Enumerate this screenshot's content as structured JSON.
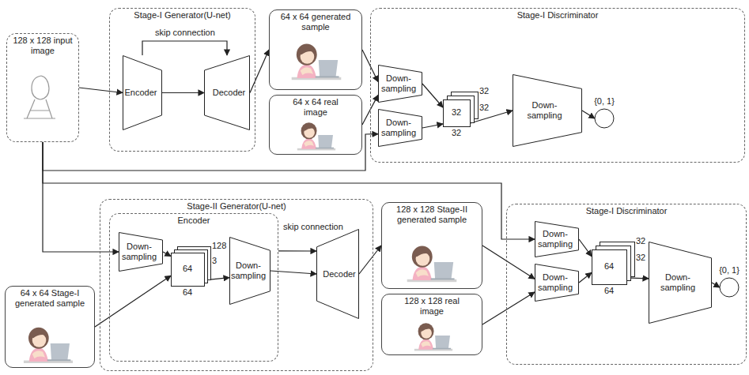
{
  "diagram": {
    "nodes": [
      {
        "text": [
          "128 x 128 input image"
        ]
      },
      {
        "text": [
          "Stage-I Generator(U-net)"
        ]
      },
      {
        "text": [
          "Encoder"
        ],
        "in": 1
      },
      {
        "text": [
          "Decoder"
        ],
        "in": 1
      },
      {
        "text": [
          "64 x 64 generated sample"
        ]
      },
      {
        "text": [
          "64 x 64 real image"
        ]
      },
      {
        "text": [
          "Stage-I Discriminator"
        ]
      },
      {
        "text": [
          "Down-sampling"
        ],
        "in": 6
      },
      {
        "text": [
          "Down-sampling"
        ],
        "in": 6
      },
      {
        "text": [
          "32",
          "32",
          "32",
          "32"
        ],
        "in": 6
      },
      {
        "text": [
          "Down-sampling"
        ],
        "in": 6
      },
      {
        "text": [
          "{0, 1}"
        ],
        "in": 6
      },
      {
        "text": [
          "Stage-II Generator(U-net)"
        ]
      },
      {
        "text": [
          "Encoder"
        ],
        "in": 12
      },
      {
        "text": [
          "Down-sampling"
        ],
        "in": 13
      },
      {
        "text": [
          "128",
          "3",
          "64",
          "64"
        ],
        "in": 13
      },
      {
        "text": [
          "Down-sampling"
        ],
        "in": 13
      },
      {
        "text": [
          "Decoder"
        ],
        "in": 12
      },
      {
        "text": [
          "64 x 64 Stage-I generated sample"
        ]
      },
      {
        "text": [
          "128 x 128 Stage-II generated sample"
        ]
      },
      {
        "text": [
          "128 x 128 real image"
        ]
      },
      {
        "text": [
          "Stage-I Discriminator"
        ]
      },
      {
        "text": [
          "Down-sampling"
        ],
        "in": 21
      },
      {
        "text": [
          "Down-sampling"
        ],
        "in": 21
      },
      {
        "text": [
          "32",
          "32",
          "64",
          "64"
        ],
        "in": 21
      },
      {
        "text": [
          "Down-sampling"
        ],
        "in": 21
      },
      {
        "text": [
          "{0, 1}"
        ],
        "in": 21
      }
    ],
    "edges": [
      {
        "from": 0,
        "to": 2,
        "arrow": "to"
      },
      {
        "from": 2,
        "to": 3,
        "label": "skip connection",
        "arrow": "to"
      },
      {
        "from": 2,
        "to": 3,
        "arrow": "to"
      },
      {
        "from": 3,
        "to": 4,
        "arrow": "to"
      },
      {
        "from": 4,
        "to": 7,
        "arrow": "to"
      },
      {
        "from": 5,
        "to": 7,
        "arrow": "to"
      },
      {
        "from": 0,
        "to": 8,
        "arrow": "to"
      },
      {
        "from": 7,
        "to": 9,
        "arrow": "to"
      },
      {
        "from": 8,
        "to": 9,
        "arrow": "to"
      },
      {
        "from": 9,
        "to": 10,
        "arrow": "to"
      },
      {
        "from": 10,
        "to": 11,
        "arrow": "to"
      },
      {
        "from": 0,
        "to": 14,
        "arrow": "to"
      },
      {
        "from": 18,
        "to": 15,
        "arrow": "to"
      },
      {
        "from": 14,
        "to": 15,
        "arrow": "to"
      },
      {
        "from": 15,
        "to": 16,
        "arrow": "to"
      },
      {
        "from": 16,
        "to": 17,
        "arrow": "to"
      },
      {
        "from": 13,
        "to": 17,
        "label": "skip connection",
        "arrow": "to"
      },
      {
        "from": 17,
        "to": 19,
        "arrow": "to"
      },
      {
        "from": 0,
        "to": 22,
        "arrow": "to"
      },
      {
        "from": 19,
        "to": 23,
        "arrow": "to"
      },
      {
        "from": 20,
        "to": 23,
        "arrow": "to"
      },
      {
        "from": 22,
        "to": 24,
        "arrow": "to"
      },
      {
        "from": 23,
        "to": 24,
        "arrow": "to"
      },
      {
        "from": 24,
        "to": 25,
        "arrow": "to"
      },
      {
        "from": 25,
        "to": 26,
        "arrow": "to"
      }
    ]
  }
}
